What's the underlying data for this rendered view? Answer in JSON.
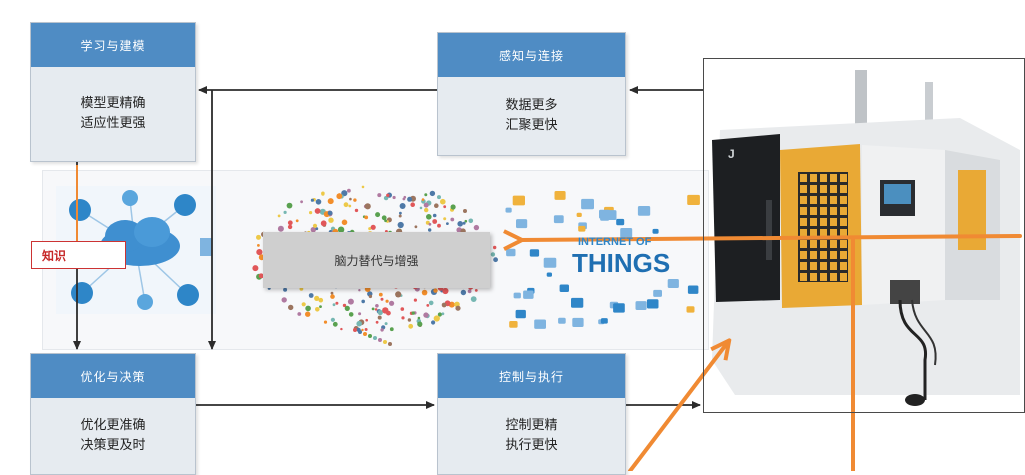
{
  "boxes": {
    "learn": {
      "title": "学习与建模",
      "lines": [
        "模型更精确",
        "适应性更强"
      ]
    },
    "sense": {
      "title": "感知与连接",
      "lines": [
        "数据更多",
        "汇聚更快"
      ]
    },
    "optimize": {
      "title": "优化与决策",
      "lines": [
        "优化更准确",
        "决策更及时"
      ]
    },
    "control": {
      "title": "控制与执行",
      "lines": [
        "控制更精",
        "执行更快"
      ]
    }
  },
  "center": {
    "brain_label": "脑力替代与增强",
    "knowledge_label": "知识",
    "iot_small": "INTERNET OF",
    "iot_big": "THINGS"
  },
  "colors": {
    "header_blue": "#4f8cc4",
    "box_body": "#e6ebf0",
    "arrow_dark": "#2b2b2b",
    "arrow_orange": "#f08a33",
    "knowledge_red": "#c62828"
  }
}
